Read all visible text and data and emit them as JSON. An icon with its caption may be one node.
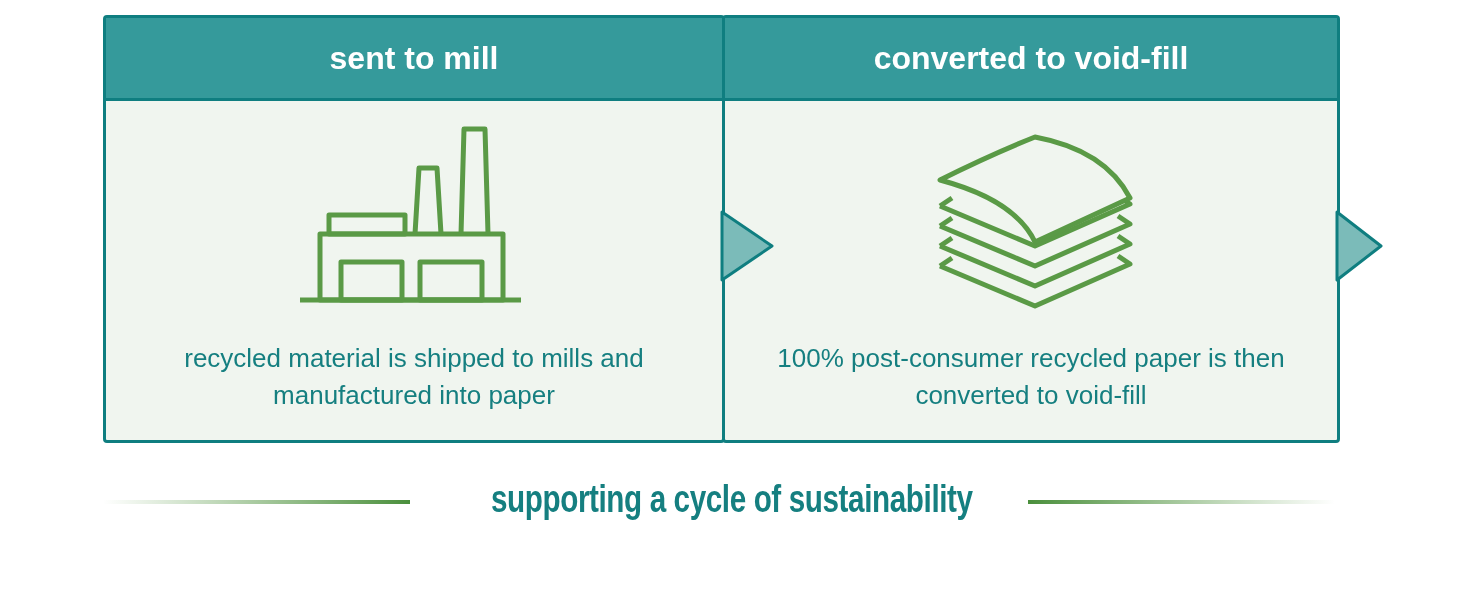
{
  "diagram": {
    "caption": "supporting a cycle of sustainability",
    "nodes": [
      {
        "text": [
          "sent to mill",
          "recycled material is shipped to mills and manufactured into paper"
        ]
      },
      {
        "text": [
          "converted to void-fill",
          "100% post-consumer recycled paper is then converted to void-fill"
        ]
      }
    ],
    "edges": [
      {
        "from": 0,
        "to": 1,
        "arrow": "to"
      },
      {
        "from": 1,
        "to": null,
        "arrow": "to"
      }
    ]
  }
}
